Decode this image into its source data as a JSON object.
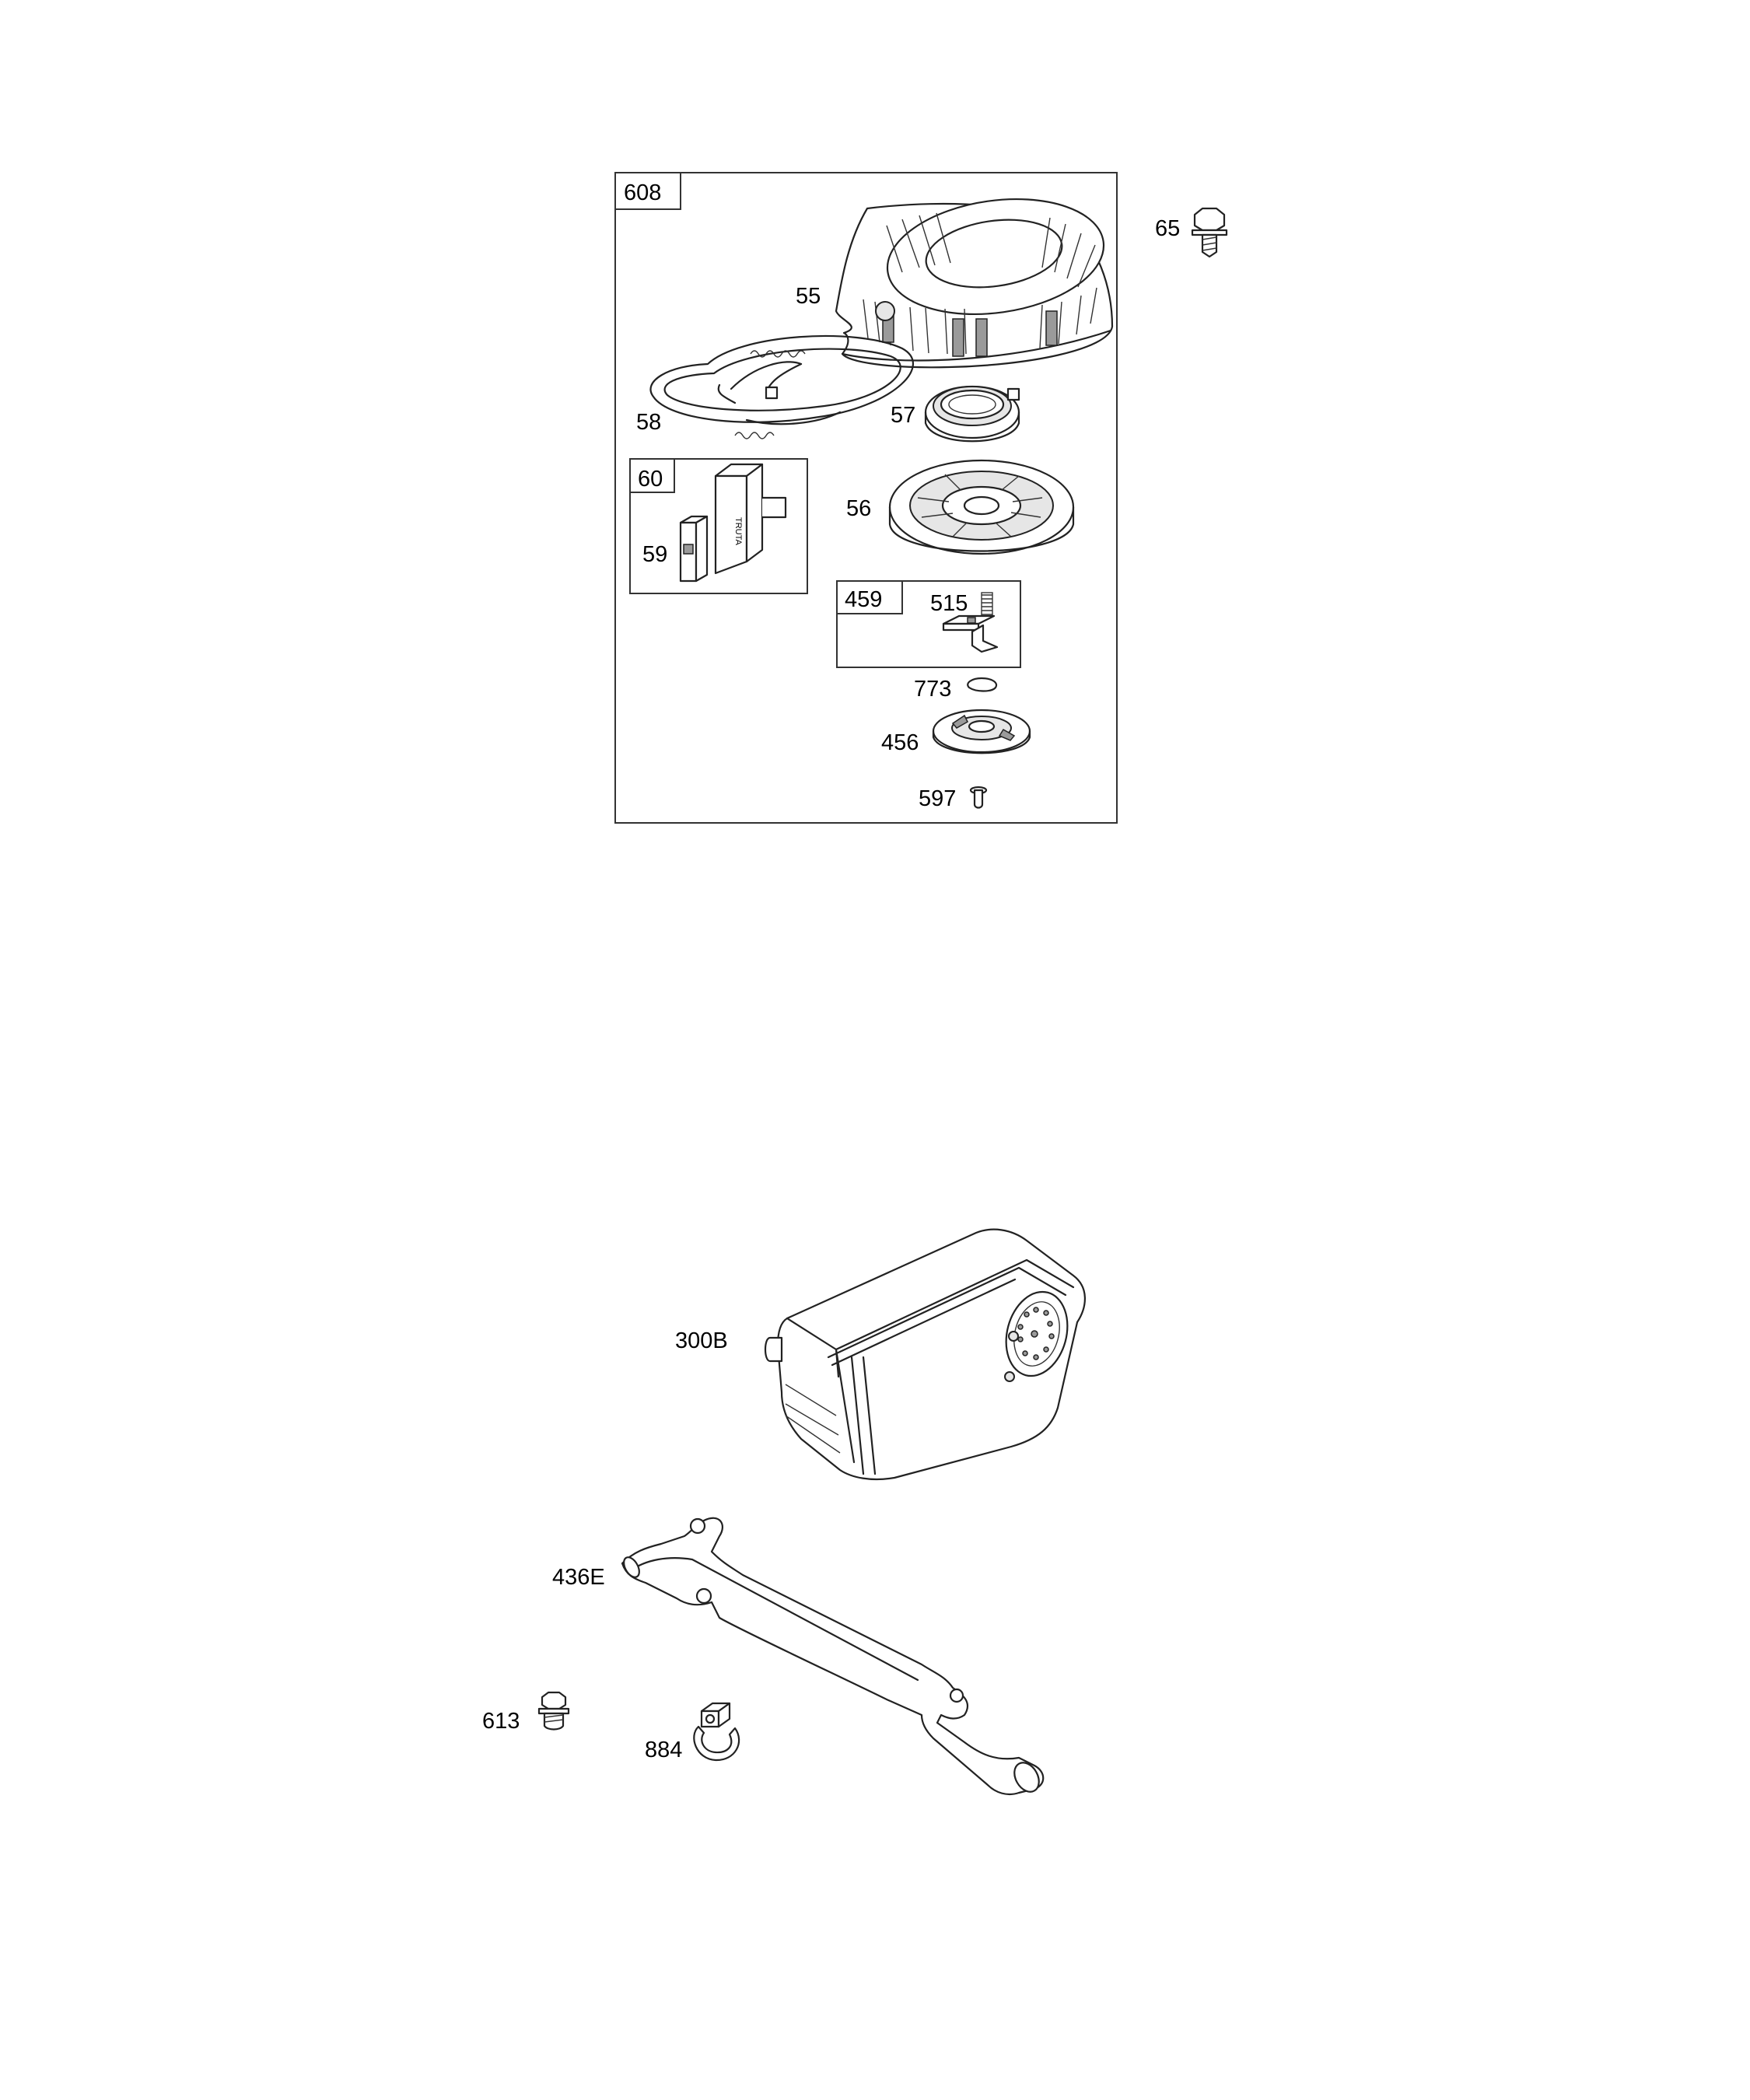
{
  "diagram": {
    "kit_labels": {
      "rewind_starter_assembly": "608",
      "handle_kit": "60",
      "pawl_kit": "459"
    },
    "part_labels": {
      "bolt_65": "65",
      "housing_55": "55",
      "rope_58": "58",
      "spring_57": "57",
      "pulley_56": "56",
      "insert_59": "59",
      "spring_515": "515",
      "retainer_773": "773",
      "cup_456": "456",
      "screw_597": "597",
      "muffler_300b": "300B",
      "exhaust_pipe_436e": "436E",
      "screw_613": "613",
      "clamp_884": "884"
    },
    "handle_text": "TRUTA"
  }
}
